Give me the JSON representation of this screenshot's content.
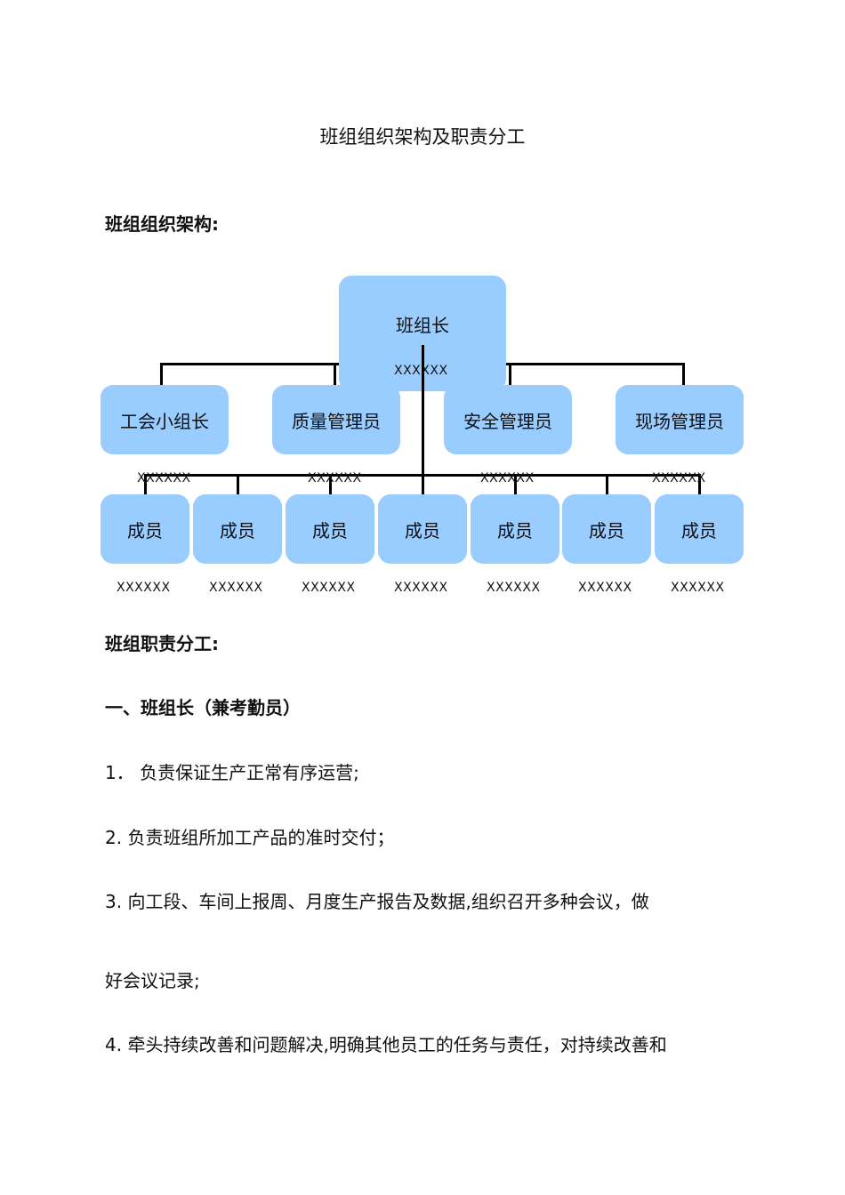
{
  "doc": {
    "title": "班组组织架构及职责分工",
    "section_org": "班组组织架构:",
    "section_duty": "班组职责分工:",
    "section_one": "一、班组长（兼考勤员）"
  },
  "org": {
    "root": {
      "label": "班组长",
      "sub": "XXXXXX"
    },
    "managers": [
      {
        "label": "工会小组长",
        "sub": "XXXXXX"
      },
      {
        "label": "质量管理员",
        "sub": "XXXXXX"
      },
      {
        "label": "安全管理员",
        "sub": "XXXXXX"
      },
      {
        "label": "现场管理员",
        "sub": "XXXXXX"
      }
    ],
    "members": [
      {
        "label": "成员",
        "sub": "XXXXXX"
      },
      {
        "label": "成员",
        "sub": "XXXXXX"
      },
      {
        "label": "成员",
        "sub": "XXXXXX"
      },
      {
        "label": "成员",
        "sub": "XXXXXX"
      },
      {
        "label": "成员",
        "sub": "XXXXXX"
      },
      {
        "label": "成员",
        "sub": "XXXXXX"
      },
      {
        "label": "成员",
        "sub": "XXXXXX"
      }
    ]
  },
  "duties": [
    "1． 负责保证生产正常有序运营;",
    "2. 负责班组所加工产品的准时交付；",
    "3.   向工段、车间上报周、月度生产报告及数据,组织召开多种会议，做",
    "好会议记录;",
    "4. 牵头持续改善和问题解决,明确其他员工的任务与责任，对持续改善和"
  ]
}
